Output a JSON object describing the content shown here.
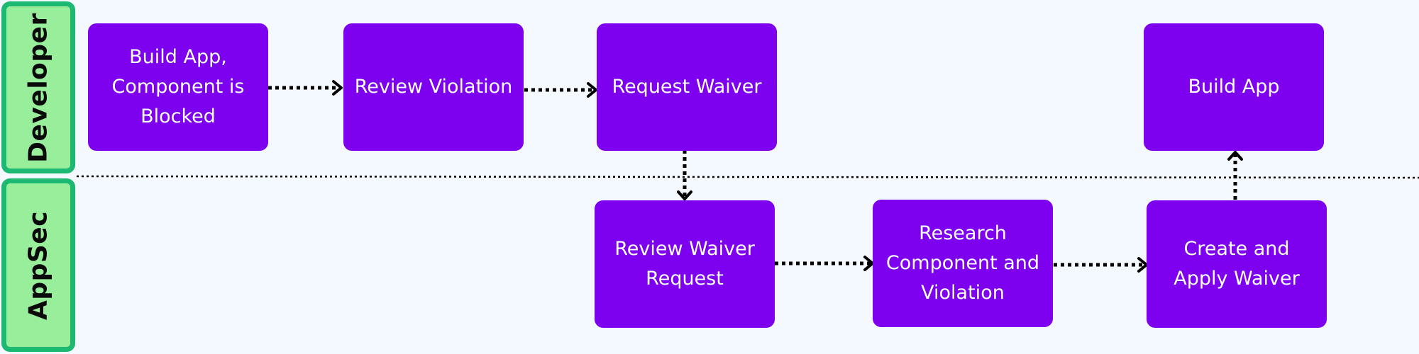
{
  "lanes": {
    "developer": "Developer",
    "appsec": "AppSec"
  },
  "nodes": {
    "build_blocked": "Build App, Component is Blocked",
    "review_violation": "Review Violation",
    "request_waiver": "Request Waiver",
    "build_app": "Build App",
    "review_waiver_request": "Review Waiver Request",
    "research_component": "Research Component and Violation",
    "create_apply_waiver": "Create and Apply Waiver"
  },
  "colors": {
    "background": "#f4f8ff",
    "node_fill": "#7d00ef",
    "node_text": "#ffffff",
    "lane_fill": "#98ee9a",
    "lane_border": "#1db872",
    "connector": "#000000"
  }
}
